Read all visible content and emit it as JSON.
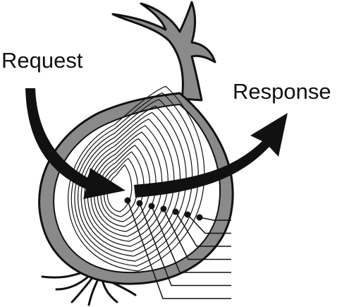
{
  "labels": {
    "request": "Request",
    "response": "Response"
  },
  "colors": {
    "ink": "#111111",
    "skin": "#8a8a8a",
    "flesh": "#ffffff",
    "arrow": "#111111"
  },
  "layers": {
    "ring_count": 13,
    "callout_count": 7
  }
}
